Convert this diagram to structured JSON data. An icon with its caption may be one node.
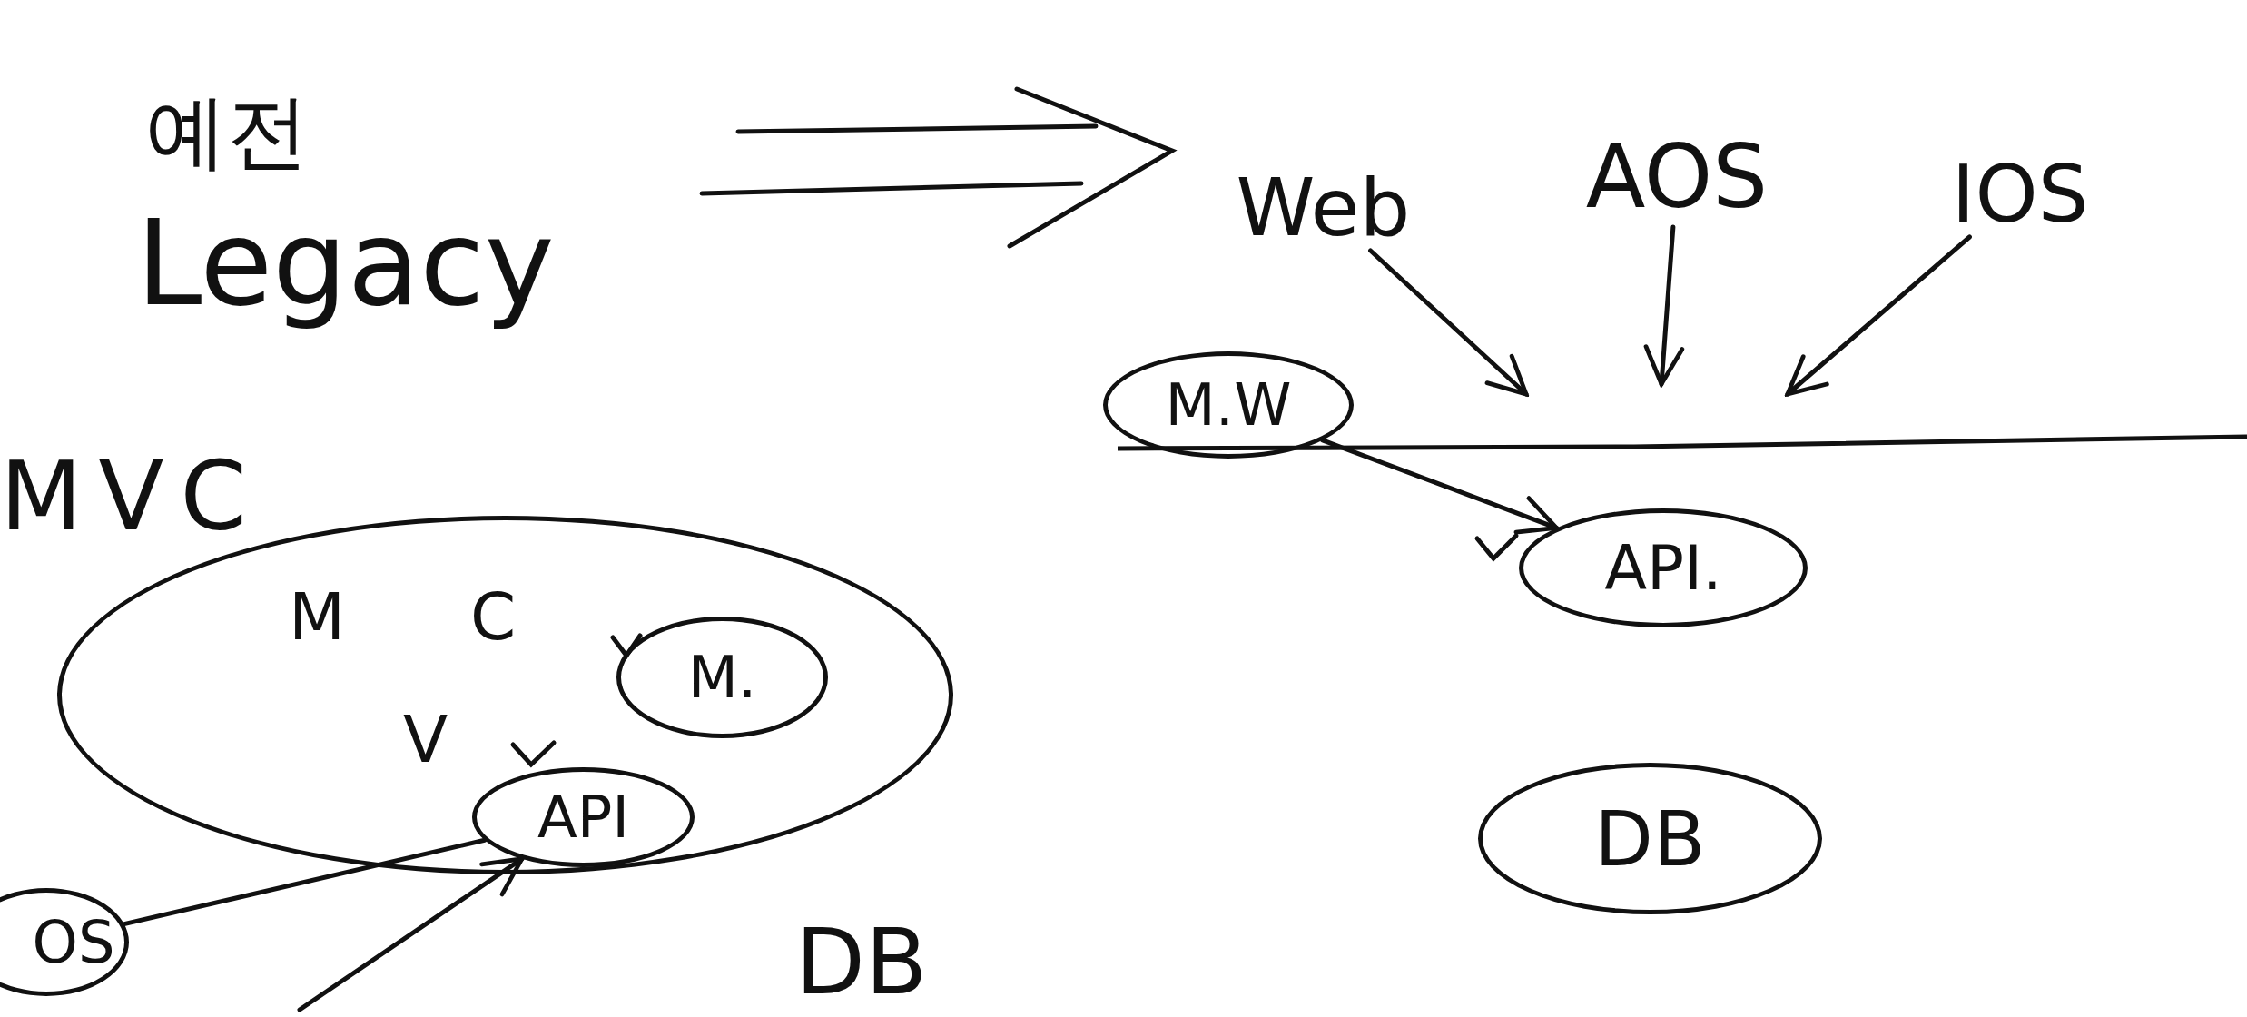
{
  "diagram": {
    "nodes": [
      {
        "text": [
          "M",
          "C",
          "V"
        ]
      },
      {
        "text": [
          "M."
        ],
        "in": 0
      },
      {
        "text": [
          "API"
        ],
        "in": 0
      },
      {
        "text": [
          "OS"
        ]
      },
      {
        "text": [
          "Web"
        ]
      },
      {
        "text": [
          "AOS"
        ]
      },
      {
        "text": [
          "IOS"
        ]
      },
      {
        "text": [
          "M.W"
        ]
      },
      {
        "text": [
          "API."
        ]
      },
      {
        "text": [
          "DB"
        ]
      }
    ],
    "edges": [
      {
        "from": 3,
        "to": 2,
        "arrow": "none"
      },
      {
        "from": null,
        "to": 2,
        "arrow": "to"
      },
      {
        "from": 4,
        "to": null,
        "arrow": "to"
      },
      {
        "from": 5,
        "to": null,
        "arrow": "to"
      },
      {
        "from": 6,
        "to": null,
        "arrow": "to"
      },
      {
        "from": 7,
        "to": 8,
        "arrow": "to"
      }
    ],
    "labels": [
      "예전",
      "Legacy",
      "MVC",
      "DB"
    ]
  }
}
